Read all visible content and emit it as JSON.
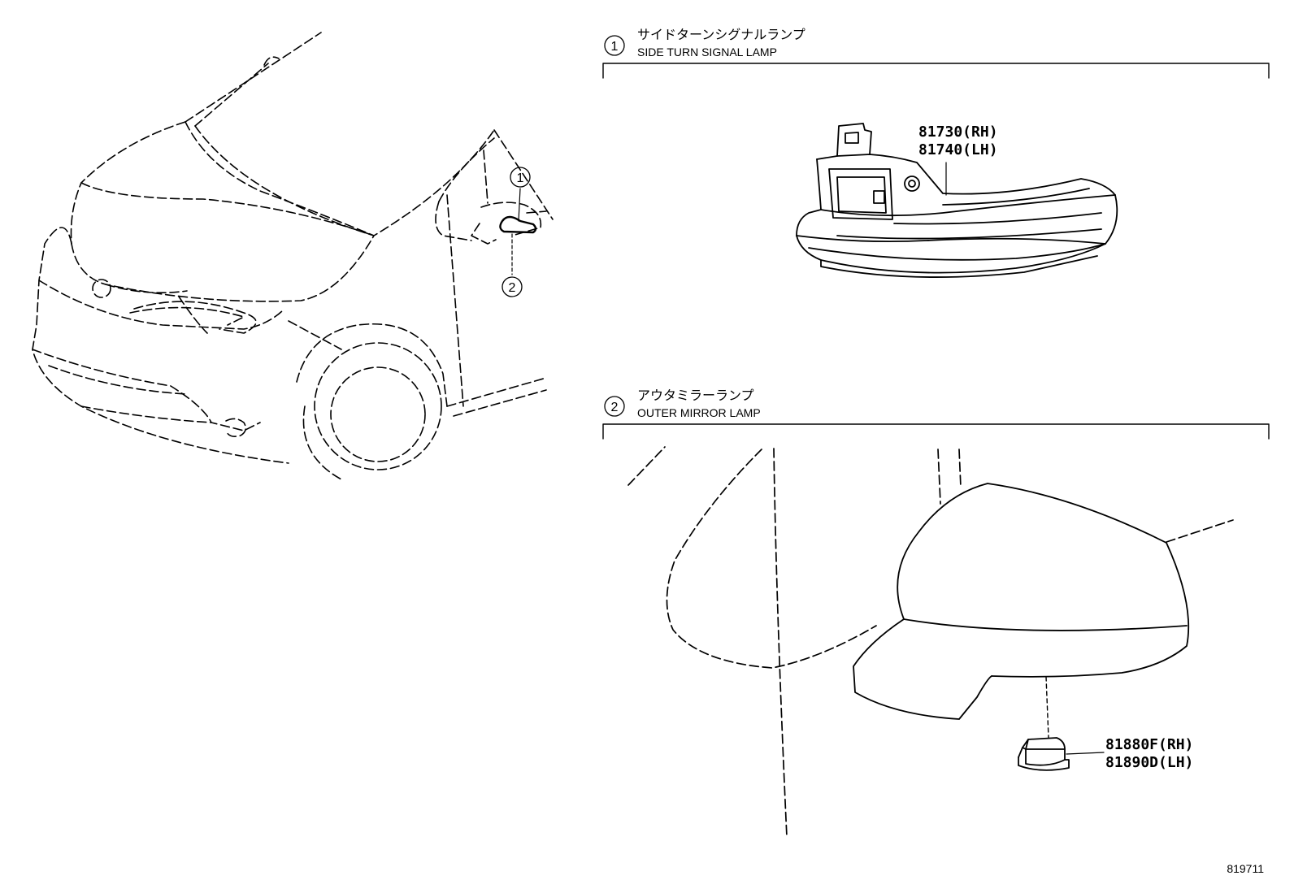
{
  "sections": [
    {
      "number": "1",
      "title_jp": "サイドターンシグナルランプ",
      "title_en": "SIDE TURN SIGNAL LAMP",
      "part_numbers": [
        "81730(RH)",
        "81740(LH)"
      ]
    },
    {
      "number": "2",
      "title_jp": "アウタミラーランプ",
      "title_en": "OUTER MIRROR LAMP",
      "part_numbers": [
        "81880F(RH)",
        "81890D(LH)"
      ]
    }
  ],
  "overview_callouts": [
    "1",
    "2"
  ],
  "diagram_id": "819711"
}
